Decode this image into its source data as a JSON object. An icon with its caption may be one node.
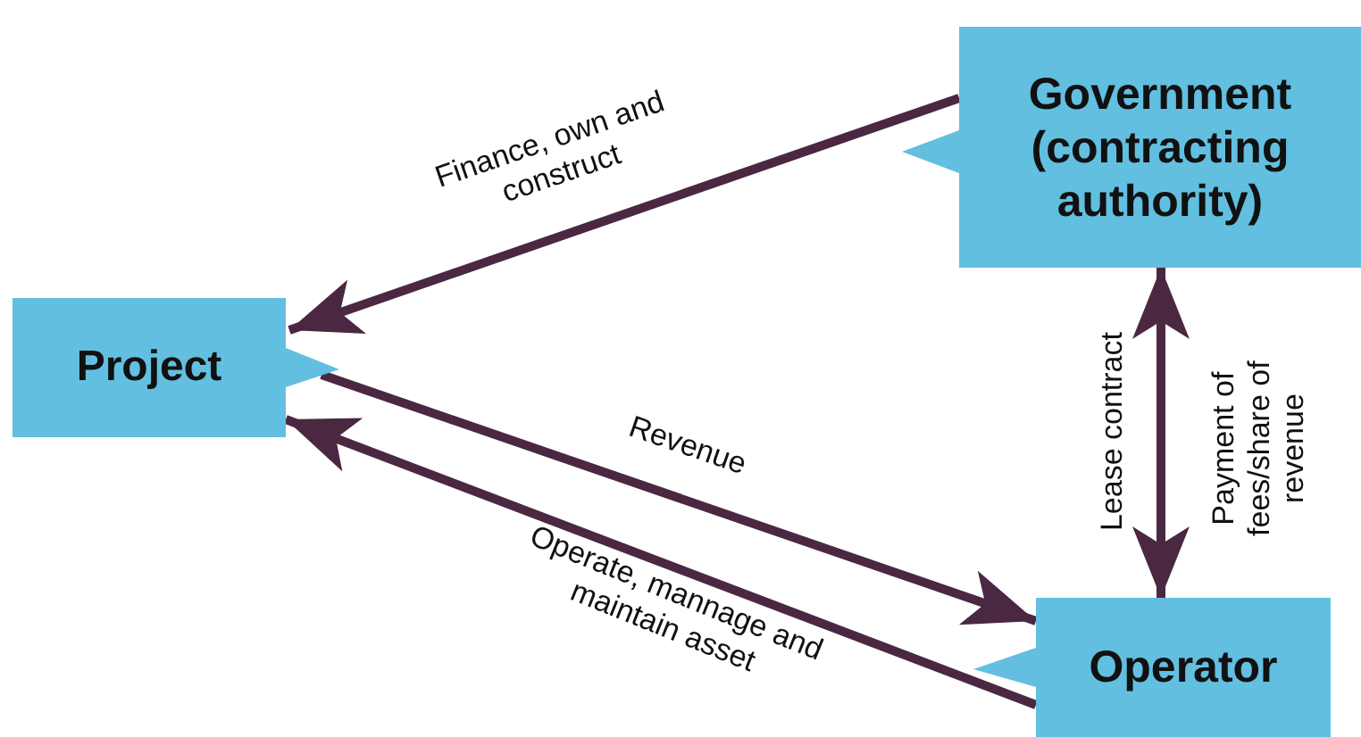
{
  "diagram": {
    "nodes": [
      {
        "text": [
          "Project"
        ]
      },
      {
        "text": [
          "Government (contracting authority)"
        ]
      },
      {
        "text": [
          "Operator"
        ]
      }
    ],
    "edges": [
      {
        "from": 1,
        "to": 0,
        "arrow": "to",
        "label": "Finance, own and construct"
      },
      {
        "from": 0,
        "to": 2,
        "arrow": "to",
        "label": "Revenue"
      },
      {
        "from": 2,
        "to": 0,
        "arrow": "to",
        "label": "Operate, mannage and maintain asset"
      },
      {
        "from": 1,
        "to": 2,
        "arrow": "both",
        "label": "Lease contract"
      }
    ],
    "labels": [
      "Payment of fees/share of revenue"
    ]
  }
}
